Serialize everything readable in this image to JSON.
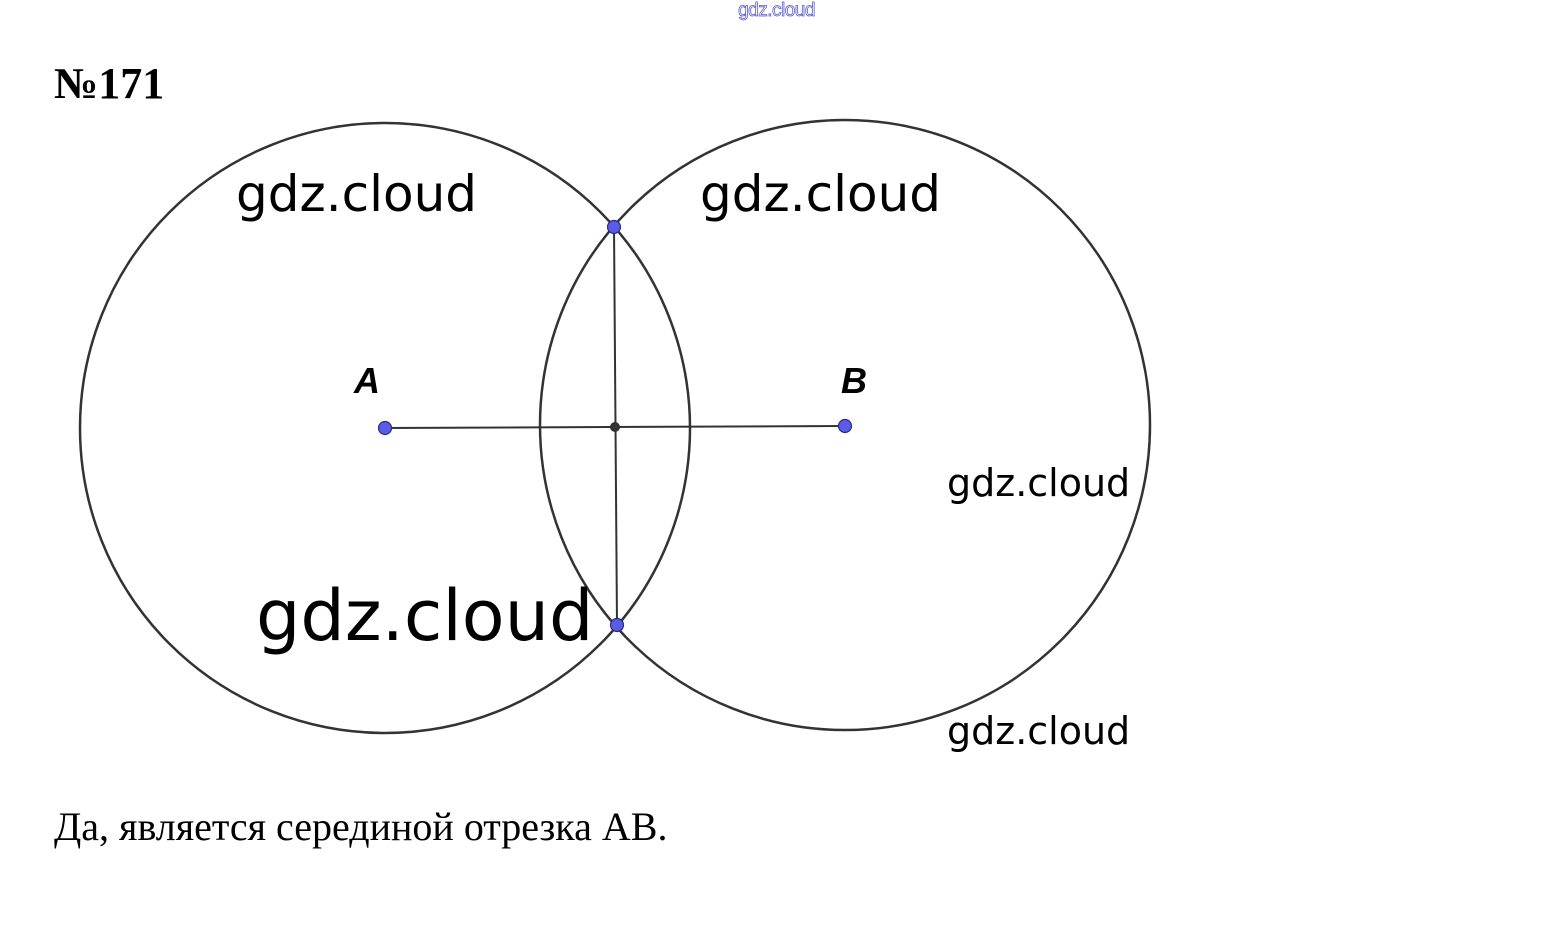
{
  "header": {
    "watermark": "gdz.cloud"
  },
  "problem": {
    "number": "№171"
  },
  "figure": {
    "point_a_label": "A",
    "point_b_label": "B",
    "watermarks": [
      "gdz.cloud",
      "gdz.cloud",
      "gdz.cloud",
      "gdz.cloud",
      "gdz.cloud"
    ],
    "colors": {
      "line": "#333333",
      "point_fill": "#5b5ce6",
      "point_stroke": "#2a2a8a",
      "midpoint": "#333333"
    }
  },
  "answer": {
    "text": "Да, является серединой отрезка АВ."
  }
}
